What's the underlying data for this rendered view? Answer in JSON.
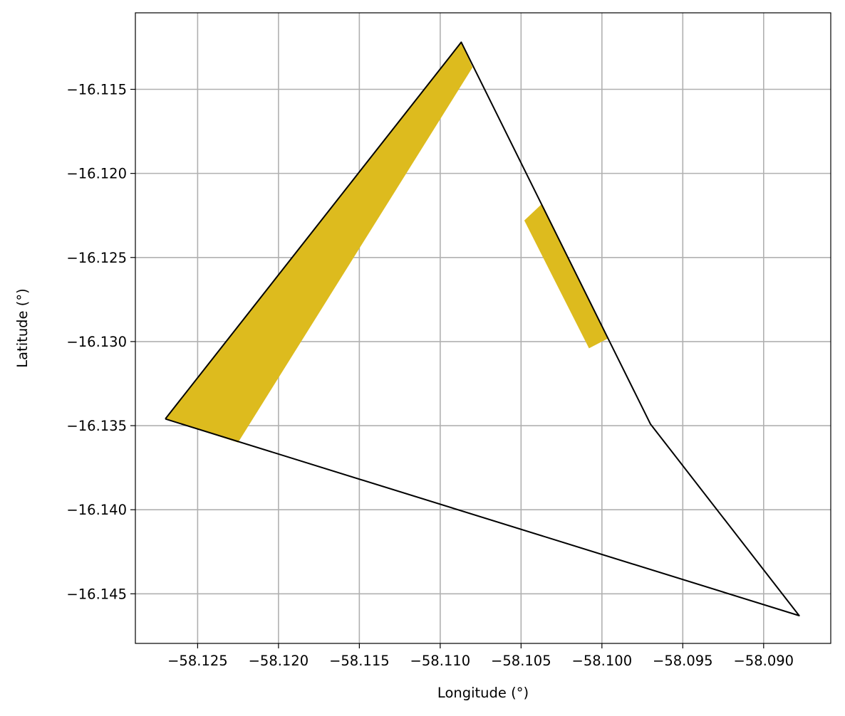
{
  "chart_data": {
    "type": "area",
    "title": "",
    "xlabel": "Longitude (°)",
    "ylabel": "Latitude (°)",
    "xlim": [
      -58.12885,
      -58.08585
    ],
    "ylim": [
      -16.14795,
      -16.11045
    ],
    "grid": true,
    "xticks": [
      -58.125,
      -58.12,
      -58.115,
      -58.11,
      -58.105,
      -58.1,
      -58.095,
      -58.09
    ],
    "xtick_labels": [
      "−58.125",
      "−58.120",
      "−58.115",
      "−58.110",
      "−58.105",
      "−58.100",
      "−58.095",
      "−58.090"
    ],
    "yticks": [
      -16.115,
      -16.12,
      -16.125,
      -16.13,
      -16.135,
      -16.14,
      -16.145
    ],
    "ytick_labels": [
      "−16.115",
      "−16.120",
      "−16.125",
      "−16.130",
      "−16.135",
      "−16.140",
      "−16.145"
    ],
    "boundary": {
      "color": "#000000",
      "points": [
        [
          -58.127,
          -16.1346
        ],
        [
          -58.1087,
          -16.1122
        ],
        [
          -58.097,
          -16.1349
        ],
        [
          -58.0878,
          -16.1463
        ],
        [
          -58.127,
          -16.1346
        ]
      ]
    },
    "areas": [
      {
        "color": "#DDBB1E",
        "points": [
          [
            -58.127,
            -16.1346
          ],
          [
            -58.1087,
            -16.1122
          ],
          [
            -58.108,
            -16.1137
          ],
          [
            -58.1225,
            -16.136
          ]
        ]
      },
      {
        "color": "#DDBB1E",
        "points": [
          [
            -58.1048,
            -16.1228
          ],
          [
            -58.1037,
            -16.1218
          ],
          [
            -58.0996,
            -16.1298
          ],
          [
            -58.1008,
            -16.1304
          ]
        ]
      }
    ],
    "grid_color": "#b0b0b0",
    "frame_color": "#000000"
  }
}
